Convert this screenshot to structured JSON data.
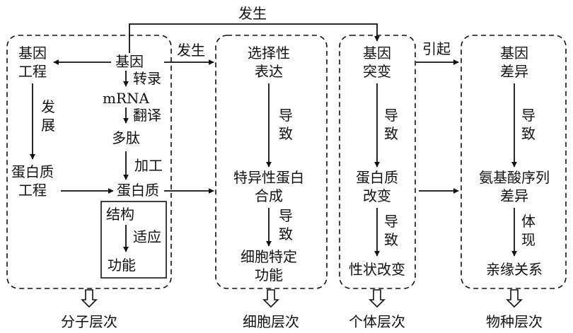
{
  "top_label": "发生",
  "molecular": {
    "gene_engineering": [
      "基因",
      "工程"
    ],
    "gene": "基因",
    "transcription": "转录",
    "mrna": "mRNA",
    "translation": "翻译",
    "polypeptide": "多肽",
    "processing": "加工",
    "protein": "蛋白质",
    "develop": [
      "发",
      "展"
    ],
    "protein_engineering": [
      "蛋白质",
      "工程"
    ],
    "structure": "结构",
    "adapt": "适应",
    "function": "功能"
  },
  "link_occur": "发生",
  "cellular": {
    "selective_expression": [
      "选择性",
      "表达"
    ],
    "cause1": [
      "导",
      "致"
    ],
    "specific_protein": [
      "特异性蛋白",
      "合成"
    ],
    "cause2": [
      "导",
      "致"
    ],
    "cell_function": [
      "细胞特定",
      "功能"
    ]
  },
  "individual": {
    "mutation": [
      "基因",
      "突变"
    ],
    "cause1": [
      "导",
      "致"
    ],
    "protein_change": [
      "蛋白质",
      "改变"
    ],
    "cause2": [
      "导",
      "致"
    ],
    "trait_change": "性状改变"
  },
  "link_cause": "引起",
  "species": {
    "gene_diff": [
      "基因",
      "差异"
    ],
    "cause": [
      "导",
      "致"
    ],
    "aa_diff": [
      "氨基酸序列",
      "差异"
    ],
    "reflect": [
      "体",
      "现"
    ],
    "kinship": "亲缘关系"
  },
  "levels": [
    "分子层次",
    "细胞层次",
    "个体层次",
    "物种层次"
  ]
}
